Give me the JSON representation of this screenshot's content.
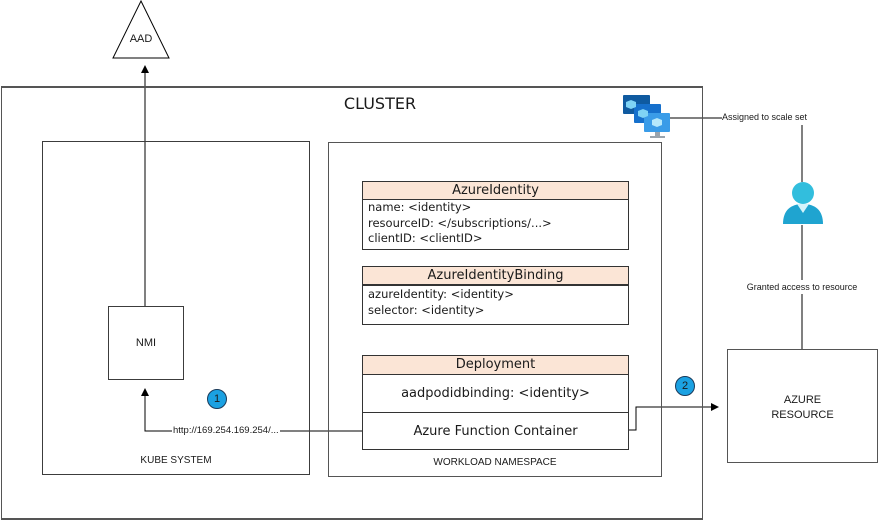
{
  "aad": {
    "label": "AAD"
  },
  "cluster": {
    "title": "CLUSTER"
  },
  "kube_system": {
    "label": "KUBE SYSTEM"
  },
  "nmi": {
    "label": "NMI"
  },
  "workload_namespace": {
    "label": "WORKLOAD NAMESPACE"
  },
  "azure_identity": {
    "title": "AzureIdentity",
    "rows": [
      "name: <identity>",
      "resourceID: </subscriptions/...>",
      "clientID: <clientID>"
    ]
  },
  "azure_identity_binding": {
    "title": "AzureIdentityBinding",
    "rows": [
      "azureIdentity: <identity>",
      "selector: <identity>"
    ]
  },
  "deployment": {
    "title": "Deployment",
    "binding": "aadpodidbinding: <identity>",
    "container": "Azure Function Container"
  },
  "endpoint_label": "http://169.254.169.254/...",
  "steps": [
    "1",
    "2"
  ],
  "scale_set": {
    "icon": "vm-scale-set-icon",
    "label": "Assigned to scale set"
  },
  "managed_identity": {
    "icon": "user-identity-icon",
    "label": "Granted access to resource"
  },
  "azure_resource": {
    "line1": "AZURE",
    "line2": "RESOURCE"
  },
  "colors": {
    "header_fill": "#fbe5d6",
    "badge": "#1ba1e2",
    "azure_blue": "#1e88d6"
  }
}
